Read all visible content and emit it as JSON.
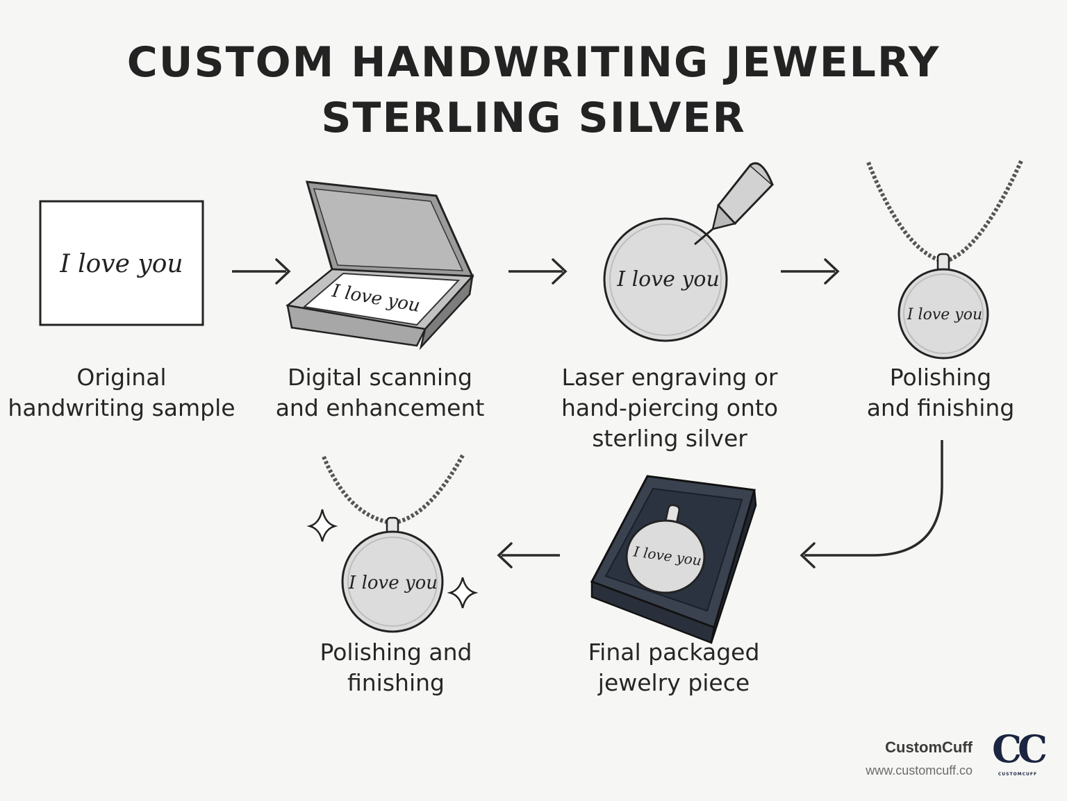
{
  "title": {
    "line1": "CUSTOM HANDWRITING JEWELRY",
    "line2": "STERLING SILVER"
  },
  "engraving_text": "I love you",
  "steps": [
    {
      "line1": "Original",
      "line2": "handwriting sample"
    },
    {
      "line1": "Digital scanning",
      "line2": "and enhancement"
    },
    {
      "line1": "Laser engraving or",
      "line2": "hand-piercing onto",
      "line3": "sterling silver"
    },
    {
      "line1": "Polishing",
      "line2": "and finishing"
    },
    {
      "line1": "Final packaged",
      "line2": "jewelry piece"
    },
    {
      "line1": "Polishing and",
      "line2": "finishing"
    }
  ],
  "brand": {
    "name": "CustomCuff",
    "url": "www.customcuff.co",
    "logo_mark": "CC",
    "logo_text": "CUSTOMCUFF"
  },
  "colors": {
    "background": "#f6f6f4",
    "silver": "#dcdcdc",
    "box_navy": "#2c3340",
    "logo_navy": "#1b2440"
  }
}
